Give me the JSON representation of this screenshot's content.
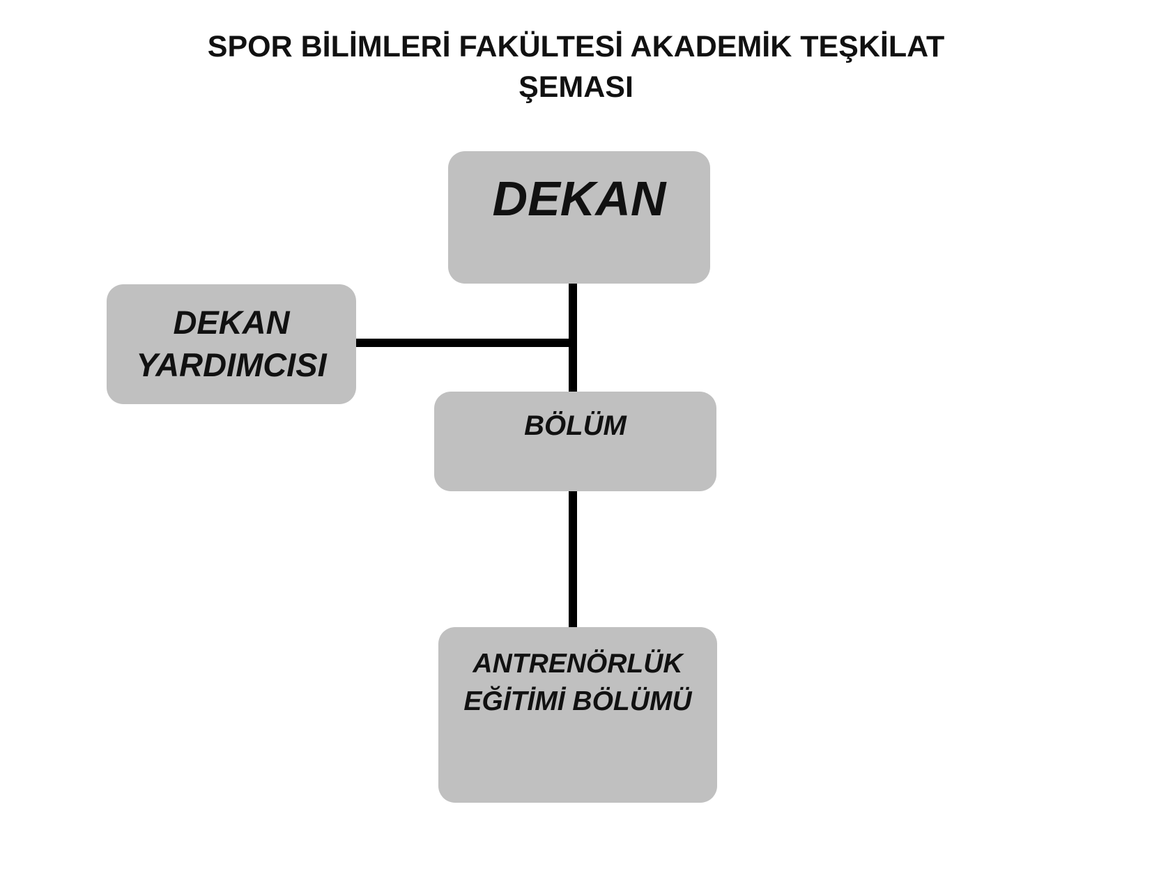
{
  "title": {
    "line1": "SPOR BİLİMLERİ FAKÜLTESİ AKADEMİK TEŞKİLAT",
    "line2": "ŞEMASI"
  },
  "nodes": {
    "dekan": {
      "label": "DEKAN"
    },
    "dekan_yardimcisi": {
      "line1": "DEKAN",
      "line2": "YARDIMCISI"
    },
    "bolum": {
      "label": "BÖLÜM"
    },
    "antrenorluk": {
      "line1": "ANTRENÖRLÜK",
      "line2": "EĞİTİMİ BÖLÜMÜ"
    }
  },
  "colors": {
    "box_fill": "#c0c0c0",
    "connector": "#000000",
    "text": "#111111"
  }
}
